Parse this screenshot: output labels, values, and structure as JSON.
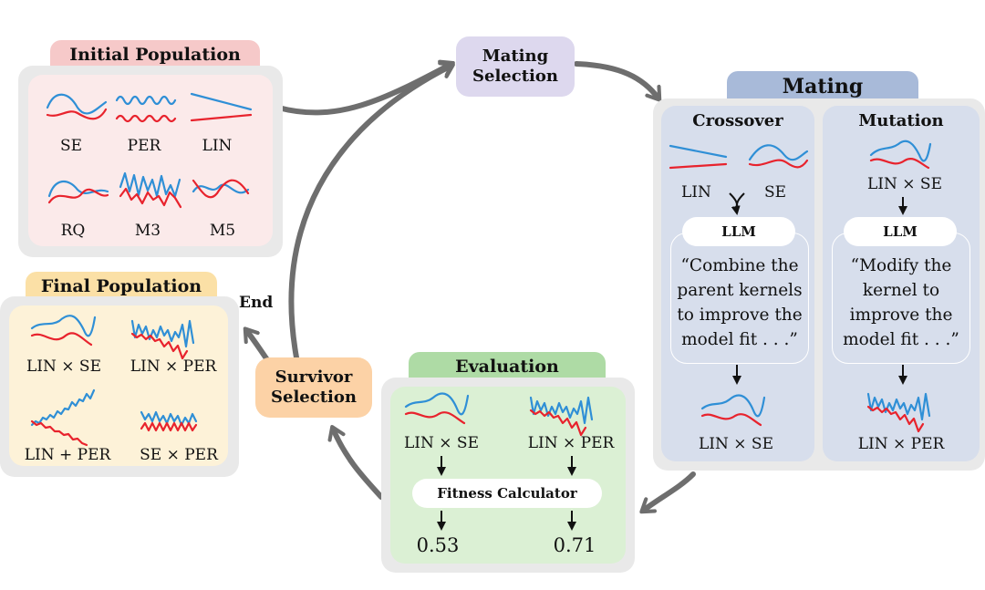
{
  "initial_population": {
    "title": "Initial Population",
    "kernels": [
      "SE",
      "PER",
      "LIN",
      "RQ",
      "M3",
      "M5"
    ]
  },
  "final_population": {
    "title": "Final Population",
    "end_label": "End",
    "kernels": [
      "LIN × SE",
      "LIN × PER",
      "LIN + PER",
      "SE × PER"
    ]
  },
  "mating_selection": {
    "title": "Mating\nSelection"
  },
  "survivor_selection": {
    "title": "Survivor\nSelection"
  },
  "mating": {
    "title": "Mating",
    "crossover": {
      "title": "Crossover",
      "parents": [
        "LIN",
        "SE"
      ],
      "llm": "LLM",
      "prompt": "“Combine the parent kernels to improve the model fit . . .”",
      "result": "LIN × SE"
    },
    "mutation": {
      "title": "Mutation",
      "parent": "LIN × SE",
      "llm": "LLM",
      "prompt": "“Modify the kernel to improve the model fit . . .”",
      "result": "LIN × PER"
    }
  },
  "evaluation": {
    "title": "Evaluation",
    "kernels": [
      "LIN × SE",
      "LIN × PER"
    ],
    "calculator": "Fitness Calculator",
    "scores": [
      "0.53",
      "0.71"
    ]
  },
  "colors": {
    "blue": "#2f8fd6",
    "red": "#e8232d",
    "arrow": "#6e6e6e"
  }
}
